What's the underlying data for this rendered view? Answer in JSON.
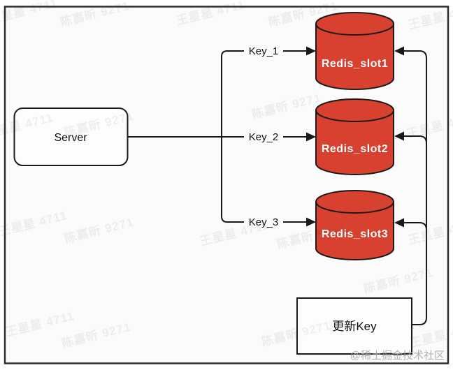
{
  "diagram": {
    "server": {
      "label": "Server"
    },
    "keys": [
      {
        "label": "Key_1"
      },
      {
        "label": "Key_2"
      },
      {
        "label": "Key_3"
      }
    ],
    "slots": [
      {
        "label": "Redis_slot1"
      },
      {
        "label": "Redis_slot2"
      },
      {
        "label": "Redis_slot3"
      }
    ],
    "update_box": {
      "label": "更新Key"
    },
    "colors": {
      "cylinder_fill": "#d8402f",
      "line": "#1a1a1a",
      "background": "#fbfbfb",
      "credit_gray": "#a9a9a9"
    }
  },
  "watermarks": {
    "author1": "王星星 4711",
    "author2": "陈嘉昕 9271",
    "site_credit": "@稀土掘金技术社区"
  }
}
